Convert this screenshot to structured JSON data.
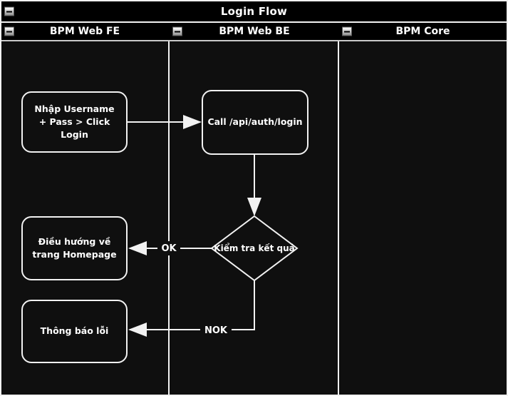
{
  "diagram": {
    "title": "Login Flow",
    "lanes": [
      {
        "label": "BPM Web FE"
      },
      {
        "label": "BPM Web BE"
      },
      {
        "label": "BPM Core"
      }
    ],
    "nodes": {
      "enter_credentials": {
        "label": "Nhập Username + Pass > Click Login"
      },
      "call_login_api": {
        "label": "Call /api/auth/login"
      },
      "check_result": {
        "label": "Kiểm tra kết quả"
      },
      "redirect_homepage": {
        "label": "Điều hướng về trang Homepage"
      },
      "error_notification": {
        "label": "Thông báo lỗi"
      }
    },
    "edges": {
      "ok_label": "OK",
      "nok_label": "NOK"
    },
    "icons": {
      "pool_collapse": "collapse-minus-icon",
      "lane_collapse": "collapse-minus-icon"
    },
    "colors": {
      "background": "#0f0f0f",
      "header_background": "#000000",
      "line": "#f2f2f2",
      "text": "#ffffff"
    }
  }
}
